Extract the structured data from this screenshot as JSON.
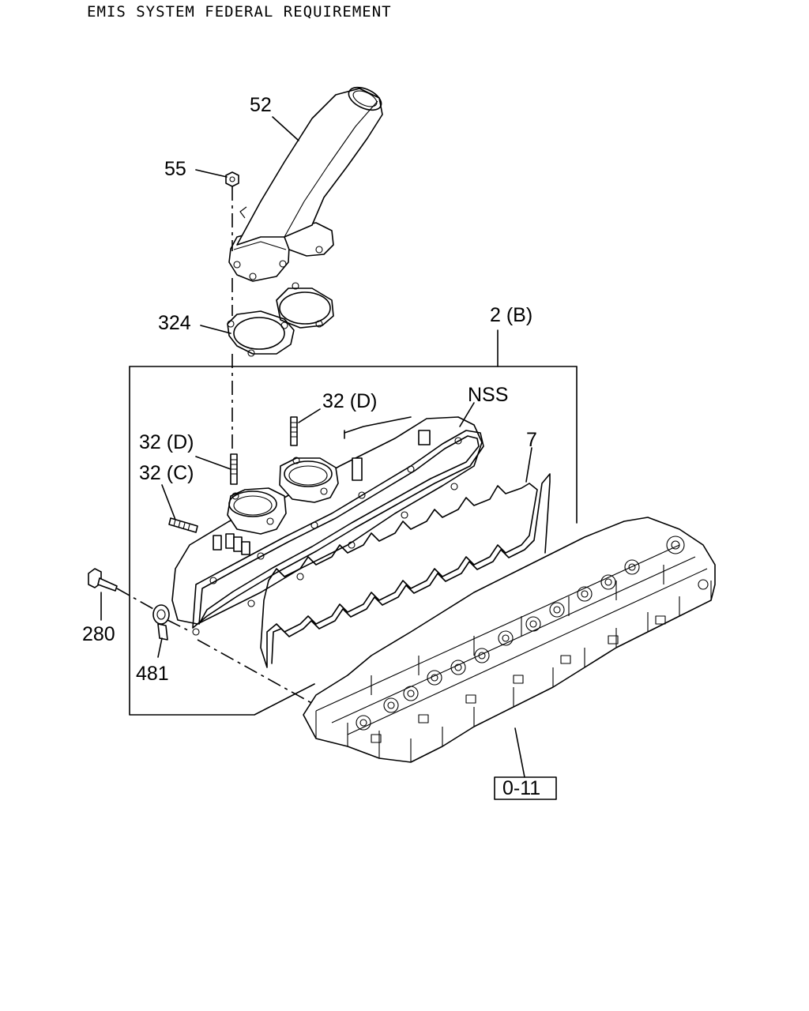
{
  "header": {
    "title": "EMIS SYSTEM FEDERAL REQUIREMENT"
  },
  "callouts": {
    "c52": "52",
    "c55": "55",
    "c324": "324",
    "c2b": "2 (B)",
    "c32d_top": "32 (D)",
    "c32d_left": "32 (D)",
    "c32c": "32 (C)",
    "cnss": "NSS",
    "c7": "7",
    "c280": "280",
    "c481": "481",
    "c011": "0-11"
  }
}
